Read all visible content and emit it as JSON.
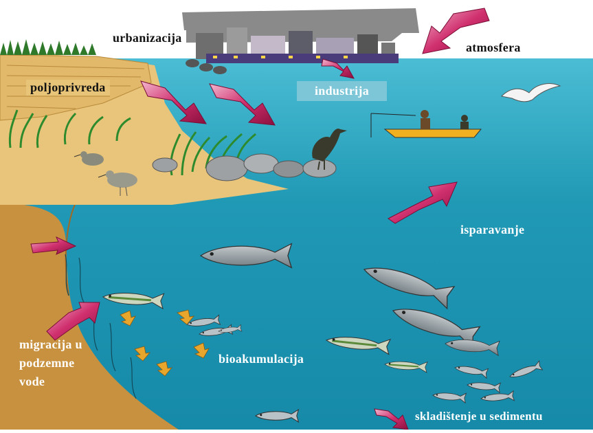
{
  "labels": {
    "urbanization": "urbanizacija",
    "atmosphere": "atmosfera",
    "agriculture": "poljoprivreda",
    "industry": "industrija",
    "evaporation": "isparavanje",
    "groundwater_line1": "migracija u",
    "groundwater_line2": "podzemne",
    "groundwater_line3": "vode",
    "bioaccumulation": "bioakumulacija",
    "sediment": "skladištenje u sedimentu"
  },
  "colors": {
    "sky": "#ffffff",
    "shallow_water": "#2aa9c4",
    "deep_water": "#1d93b0",
    "sand": "#e8c57a",
    "sediment": "#c8913f",
    "arrow": "#c2185b",
    "fish": "#9aa3a8"
  },
  "icons": [
    "factory",
    "houses",
    "seagull",
    "cormorant",
    "sandpiper",
    "fishermen-boat",
    "rocks",
    "plants",
    "fish"
  ]
}
